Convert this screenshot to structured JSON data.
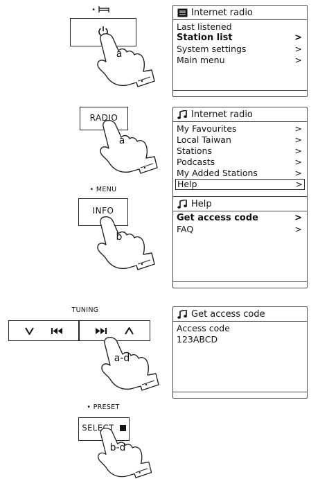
{
  "steps": [
    {
      "caption": "• ",
      "button_label": "",
      "hand_label": "a",
      "screen": {
        "title": "Internet radio",
        "title_icon": "list-icon",
        "rows": [
          {
            "label": "Last listened",
            "arrow": "",
            "bold": false,
            "selected": false
          },
          {
            "label": "Station list",
            "arrow": ">",
            "bold": true,
            "selected": false
          },
          {
            "label": "System settings",
            "arrow": ">",
            "bold": false,
            "selected": false
          },
          {
            "label": "Main menu",
            "arrow": ">",
            "bold": false,
            "selected": false
          }
        ]
      }
    },
    {
      "caption": "",
      "button_label": "RADIO",
      "hand_label": "a",
      "screen": {
        "title": "Internet radio",
        "title_icon": "music-note-icon",
        "rows": [
          {
            "label": "My Favourites",
            "arrow": ">",
            "bold": false,
            "selected": false
          },
          {
            "label": "Local Taiwan",
            "arrow": ">",
            "bold": false,
            "selected": false
          },
          {
            "label": "Stations",
            "arrow": ">",
            "bold": false,
            "selected": false
          },
          {
            "label": "Podcasts",
            "arrow": ">",
            "bold": false,
            "selected": false
          },
          {
            "label": "My Added Stations",
            "arrow": ">",
            "bold": false,
            "selected": false
          },
          {
            "label": "Help",
            "arrow": ">",
            "bold": false,
            "selected": true
          }
        ]
      }
    },
    {
      "caption": "• MENU",
      "button_label": "INFO",
      "hand_label": "b",
      "screen": {
        "title": "Help",
        "title_icon": "music-note-icon",
        "rows": [
          {
            "label": "Get access code",
            "arrow": ">",
            "bold": true,
            "selected": false
          },
          {
            "label": "FAQ",
            "arrow": ">",
            "bold": false,
            "selected": false
          }
        ]
      }
    },
    {
      "caption": "TUNING",
      "button_label": "",
      "hand_label": "a-d",
      "screen": {
        "title": "Get access code",
        "title_icon": "music-note-icon",
        "rows": [
          {
            "label": "Access code",
            "arrow": "",
            "bold": false,
            "selected": false
          },
          {
            "label": "123ABCD",
            "arrow": "",
            "bold": false,
            "selected": false
          }
        ]
      }
    },
    {
      "caption": "• PRESET",
      "button_label": "SELECT",
      "hand_label": "b-d",
      "screen": null
    }
  ],
  "icons": {
    "standby": "bed-icon",
    "power": "power-icon",
    "tune_down": "chevron-down-icon",
    "tune_up": "chevron-up-icon",
    "previous": "previous-track-icon",
    "next": "next-track-icon",
    "select_square": "square-icon",
    "hand": "pointing-hand-icon"
  }
}
